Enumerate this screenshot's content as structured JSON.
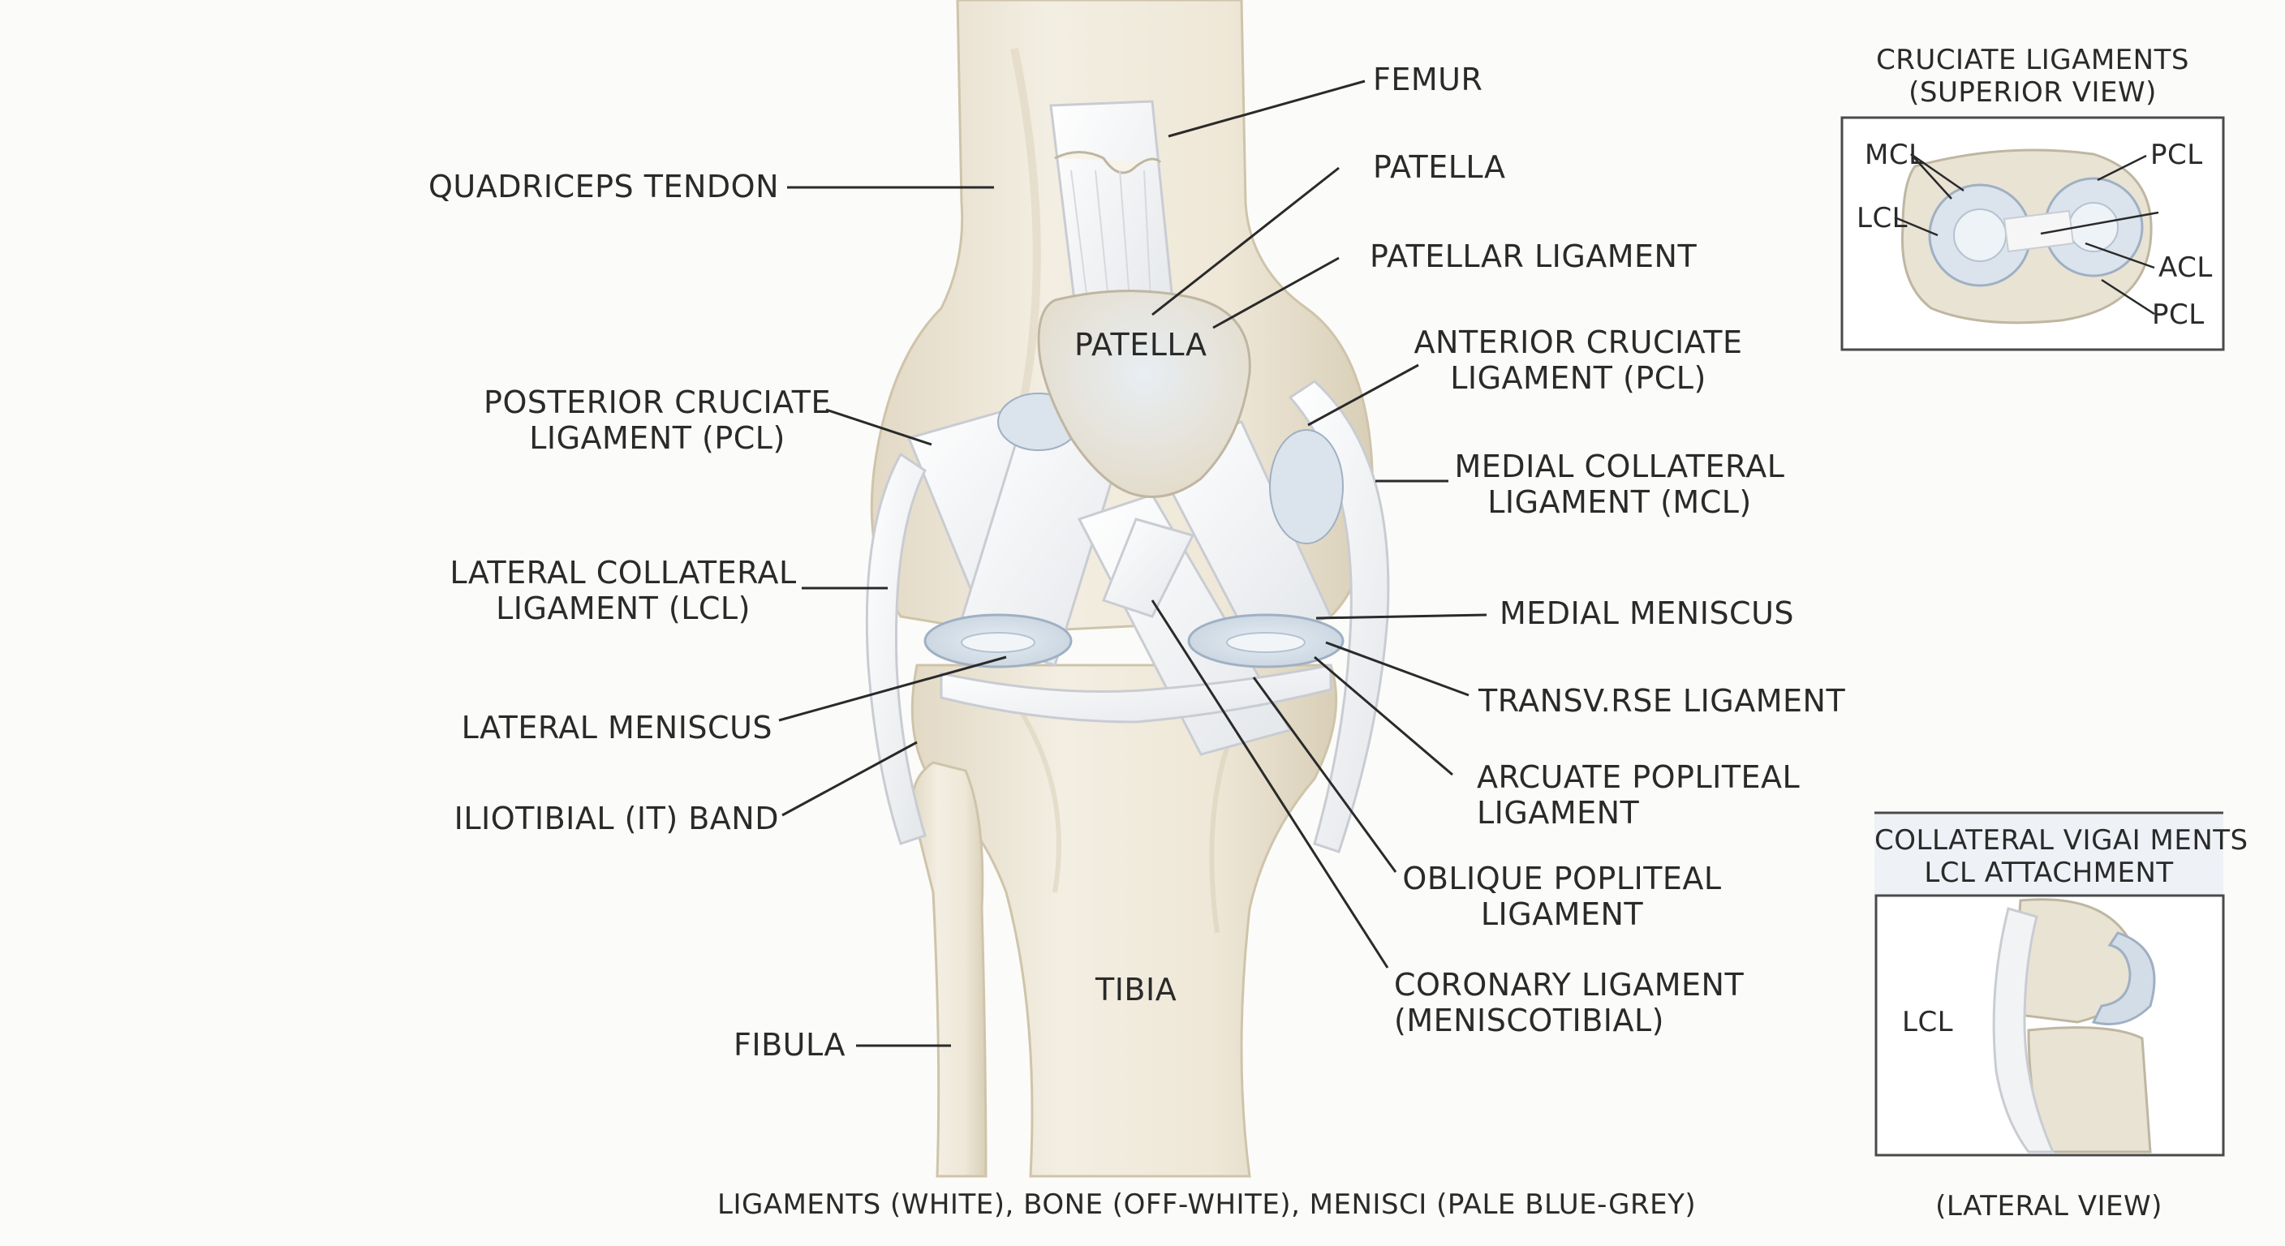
{
  "main": {
    "labels": {
      "femur": "FEMUR",
      "quadriceps_tendon": "QUADRICEPS TENDON",
      "patella": "PATELLA",
      "patella_on_bone": "PATELLA",
      "patellar_ligament": "PATELLAR LIGAMENT",
      "anterior_cruciate": [
        "ANTERIOR CRUCIATE",
        "LIGAMENT (PCL)"
      ],
      "posterior_cruciate": [
        "POSTERIOR CRUCIATE",
        "LIGAMENT (PCL)"
      ],
      "medial_collateral": [
        "MEDIAL COLLATERAL",
        "LIGAMENT (MCL)"
      ],
      "lateral_collateral": [
        "LATERAL COLLATERAL",
        "LIGAMENT (LCL)"
      ],
      "medial_meniscus": "MEDIAL MENISCUS",
      "transverse_ligament": "TRANSV.RSE LIGAMENT",
      "lateral_meniscus": "LATERAL MENISCUS",
      "arcuate_popliteal": [
        "ARCUATE POPLITEAL",
        "LIGAMENT"
      ],
      "iliotibial_band": "ILIOTIBIAL (IT) BAND",
      "oblique_popliteal": [
        "OBLIQUE POPLITEAL",
        "LIGAMENT"
      ],
      "coronary_ligament": [
        "CORONARY LIGAMENT",
        "(MENISCOTIBIAL)"
      ],
      "tibia": "TIBIA",
      "fibula": "FIBULA"
    },
    "caption": "LIGAMENTS (WHITE), BONE (OFF-WHITE), MENISCI (PALE BLUE-GREY)"
  },
  "inset_superior": {
    "title": [
      "CRUCIATE LIGAMENTS",
      "(SUPERIOR VIEW)"
    ],
    "labels": {
      "mcl": "MCL",
      "lcl": "LCL",
      "pcl_top": "PCL",
      "acl": "ACL",
      "pcl_bottom": "PCL"
    }
  },
  "inset_lateral": {
    "title": [
      "COLLATERAL VIGAI MENTS",
      "LCL ATTACHMENT"
    ],
    "labels": {
      "lcl": "LCL"
    },
    "caption": "(LATERAL VIEW)"
  },
  "colors": {
    "background": "#fbfbf9",
    "bone": "#efe8d8",
    "bone_shadow": "#d9cfb8",
    "ligament": "#f4f5f7",
    "ligament_stroke": "#c9ccd2",
    "meniscus": "#d3dde8",
    "meniscus_stroke": "#9fb0c3",
    "leader_line": "#2a2a2a"
  }
}
